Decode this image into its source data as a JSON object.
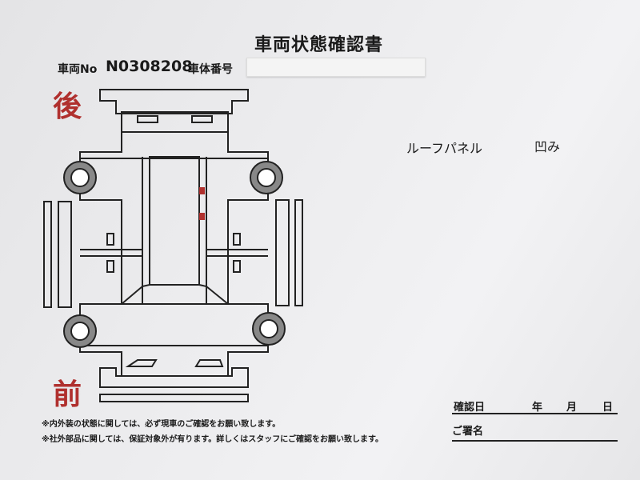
{
  "document": {
    "title": "車両状態確認書",
    "vehicle_no_label": "車両No",
    "vehicle_no": "N0308208",
    "chassis_no_label": "車体番号",
    "chassis_no": ""
  },
  "diagram": {
    "rear_label": "後",
    "front_label": "前",
    "damage_marker_color": "#b0302e"
  },
  "damage": {
    "part": "ルーフパネル",
    "type": "凹み"
  },
  "notes": [
    "※内外装の状態に関しては、必ず現車のご確認をお願い致します。",
    "※社外部品に関しては、保証対象外が有ります。詳しくはスタッフにご確認をお願い致します。"
  ],
  "confirmation": {
    "date_label": "確認日",
    "year": "年",
    "month": "月",
    "day": "日",
    "signature_label": "ご署名"
  }
}
